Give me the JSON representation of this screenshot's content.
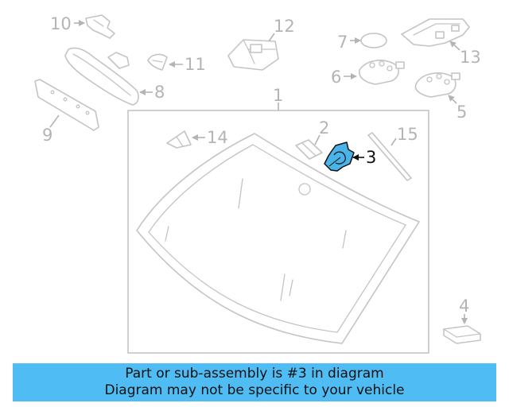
{
  "colors": {
    "highlight_part": "#4ab3e8",
    "caption_background": "#4fbdf4",
    "callout_grey": "#b4b4b4",
    "callout_highlight": "#111111"
  },
  "callouts": {
    "c1": "1",
    "c2": "2",
    "c3": "3",
    "c4": "4",
    "c5": "5",
    "c6": "6",
    "c7": "7",
    "c8": "8",
    "c9": "9",
    "c10": "10",
    "c11": "11",
    "c12": "12",
    "c13": "13",
    "c14": "14",
    "c15": "15"
  },
  "highlighted_callout": "3",
  "caption": {
    "line1": "Part or sub-assembly is #3 in diagram",
    "line2": "Diagram may not be specific to your vehicle"
  }
}
